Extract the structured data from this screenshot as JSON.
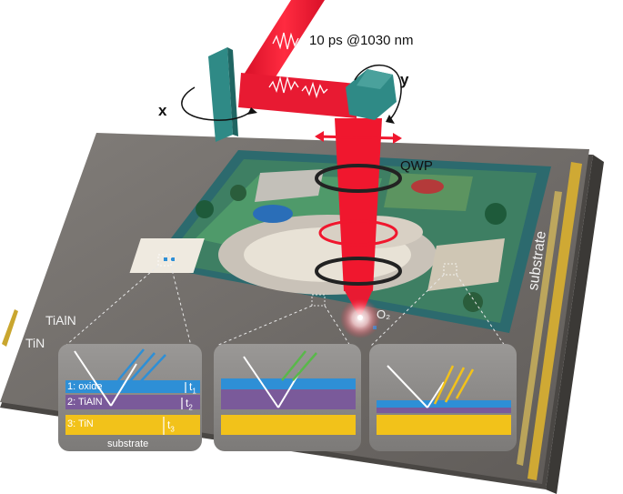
{
  "labels": {
    "laser": "10 ps @1030 nm",
    "x_axis": "x",
    "y_axis": "y",
    "qwp": "QWP",
    "oxygen": "O₂",
    "tialn": "TiAlN",
    "tin": "TiN",
    "substrate_side": "substrate"
  },
  "insets": [
    {
      "layers": [
        "1: oxide",
        "2: TiAlN",
        "3: TiN"
      ],
      "thickness": [
        "t",
        "t",
        "t"
      ],
      "thickness_sub": [
        "1",
        "2",
        "3"
      ],
      "base": "substrate"
    },
    {
      "layers": [],
      "thickness": [],
      "base": ""
    },
    {
      "layers": [],
      "thickness": [],
      "base": ""
    }
  ],
  "colors": {
    "beam": "#f0172e",
    "mirror": "#2f8a86",
    "substrate": "#6f6b68",
    "gold": "#d4b13a",
    "oxide_blue": "#2e8fd6",
    "tialn_purple": "#7a5a9a",
    "tin_yellow": "#f2c21a",
    "green_wave": "#59b84a"
  }
}
